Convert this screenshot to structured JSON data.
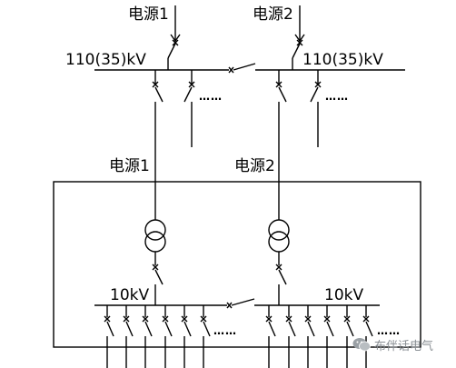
{
  "labels": {
    "source1_top": "电源1",
    "source2_top": "电源2",
    "bus_high_left": "110(35)kV",
    "bus_high_right": "110(35)kV",
    "dots_high_left": "……",
    "dots_high_right": "……",
    "source1_mid": "电源1",
    "source2_mid": "电源2",
    "bus_low_left": "10kV",
    "bus_low_right": "10kV",
    "dots_low_mid": "……",
    "dots_low_right": "……"
  },
  "watermark": {
    "text": "布伴话电气",
    "icon": "wechat-icon"
  },
  "colors": {
    "line": "#000000",
    "watermark": "#8a8f94"
  }
}
